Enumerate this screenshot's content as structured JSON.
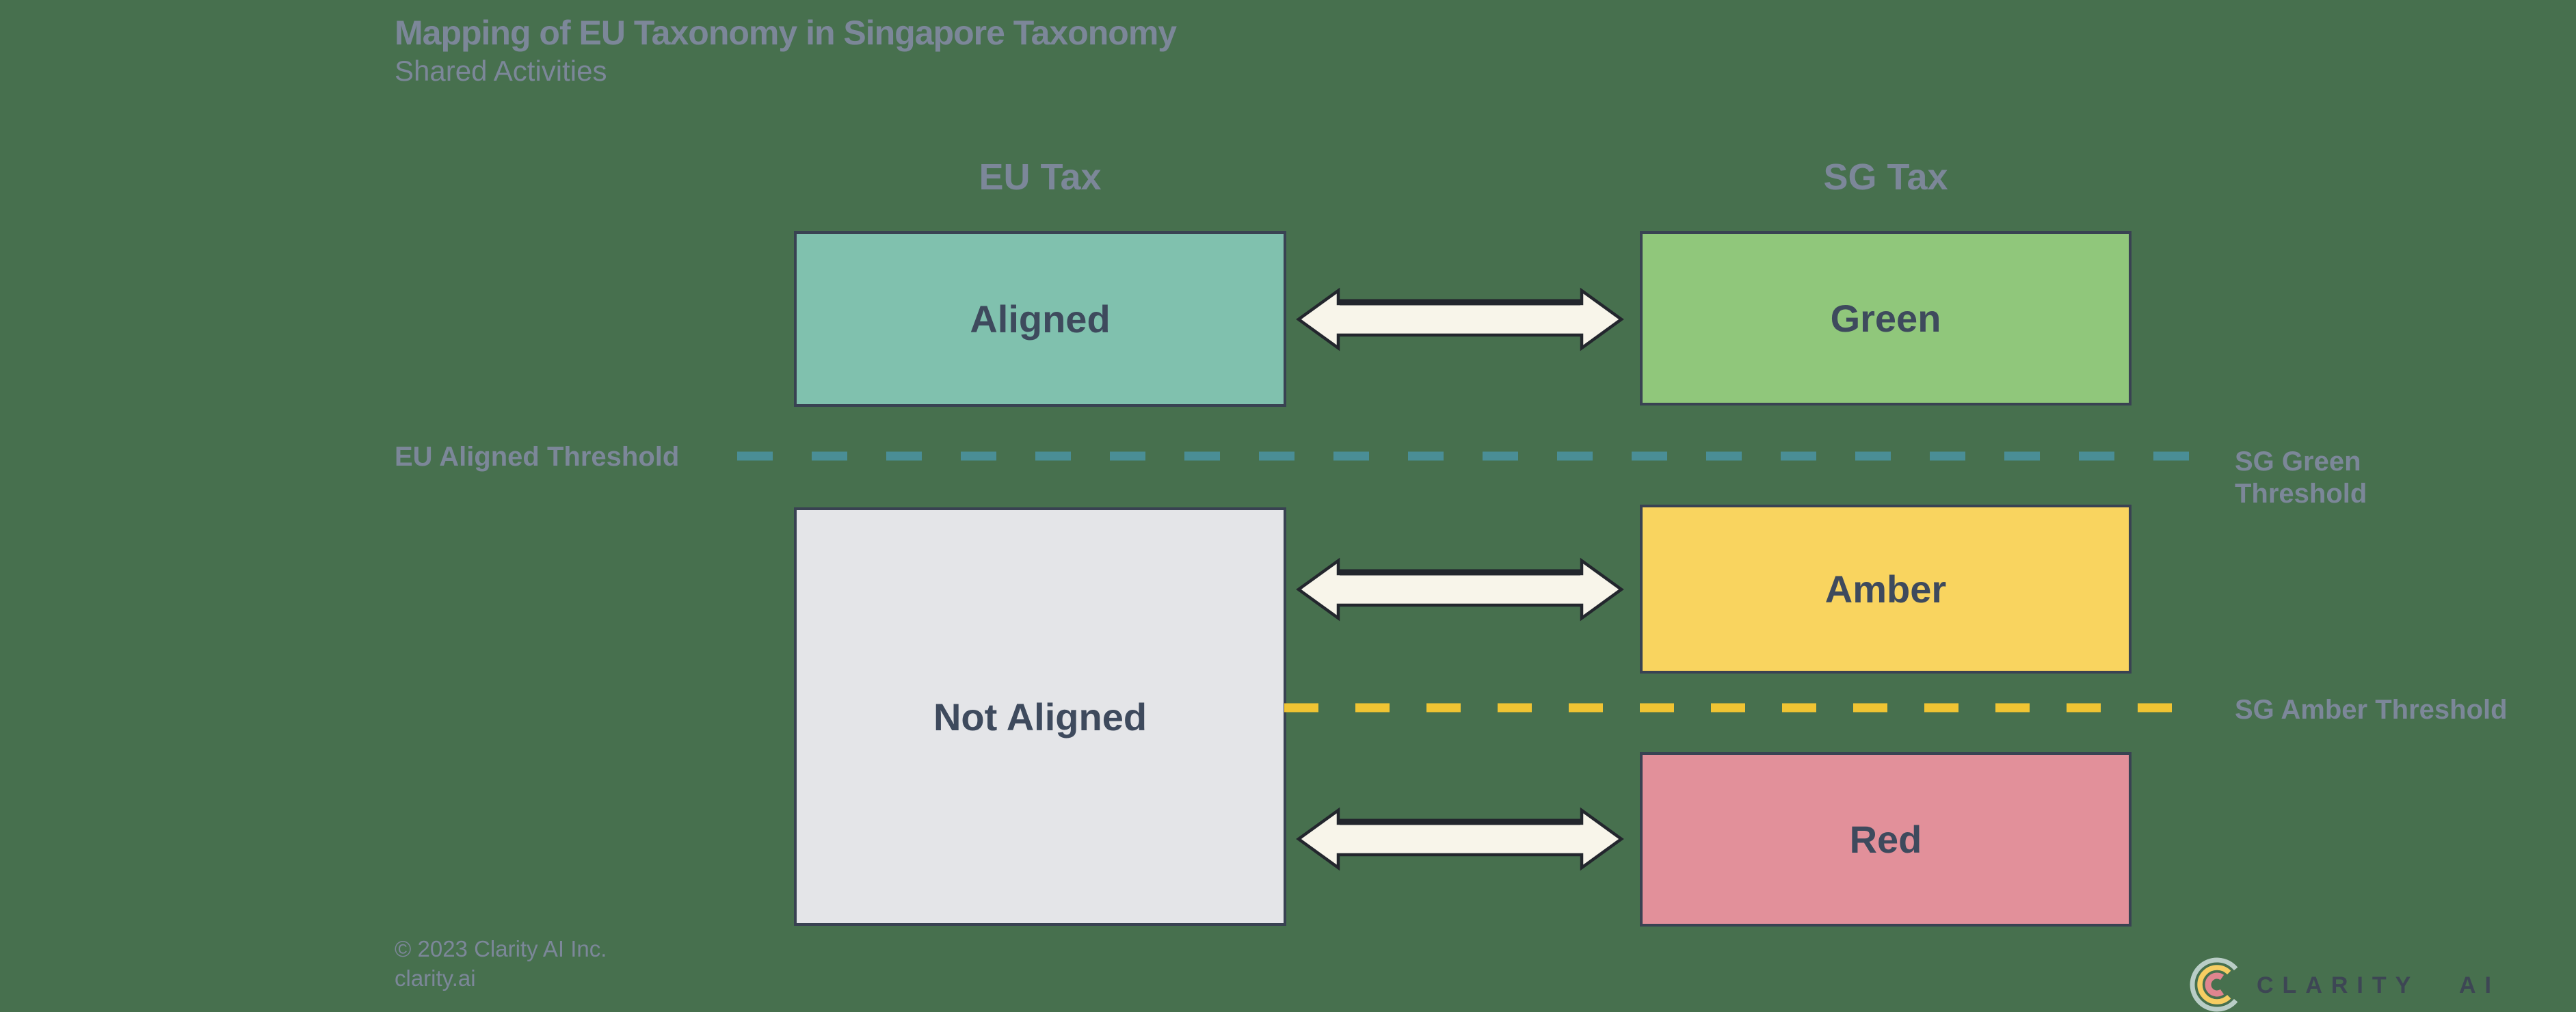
{
  "page": {
    "background": "#47704e"
  },
  "header": {
    "title": "Mapping of EU Taxonomy in Singapore Taxonomy",
    "subtitle": "Shared Activities"
  },
  "columns": {
    "eu": {
      "label": "EU Tax"
    },
    "sg": {
      "label": "SG Tax"
    }
  },
  "boxes": {
    "aligned": {
      "label": "Aligned",
      "fill": "#80c1ae"
    },
    "not_aligned": {
      "label": "Not Aligned",
      "fill": "#e4e5e8"
    },
    "green": {
      "label": "Green",
      "fill": "#90c77b"
    },
    "amber": {
      "label": "Amber",
      "fill": "#f9d45f"
    },
    "red": {
      "label": "Red",
      "fill": "#e2909a"
    }
  },
  "thresholds": {
    "eu_aligned": {
      "label": "EU Aligned Threshold",
      "color": "#4a8e96"
    },
    "sg_green": {
      "label": "SG Green Threshold",
      "color": "#4a8e96"
    },
    "sg_amber": {
      "label": "SG Amber Threshold",
      "color": "#f0c433"
    }
  },
  "arrows": {
    "fill": "#f8f5ea",
    "outline": "#23262d"
  },
  "footer": {
    "copyright": "© 2023 Clarity AI Inc.",
    "website": "clarity.ai"
  },
  "logo": {
    "text_part1": "CLARITY",
    "text_part2": "AI",
    "arc_outer_color": "#b9cdc6",
    "arc_middle_color": "#f6cd62",
    "arc_inner_color": "#e0858f",
    "text_color": "#3d4654"
  }
}
